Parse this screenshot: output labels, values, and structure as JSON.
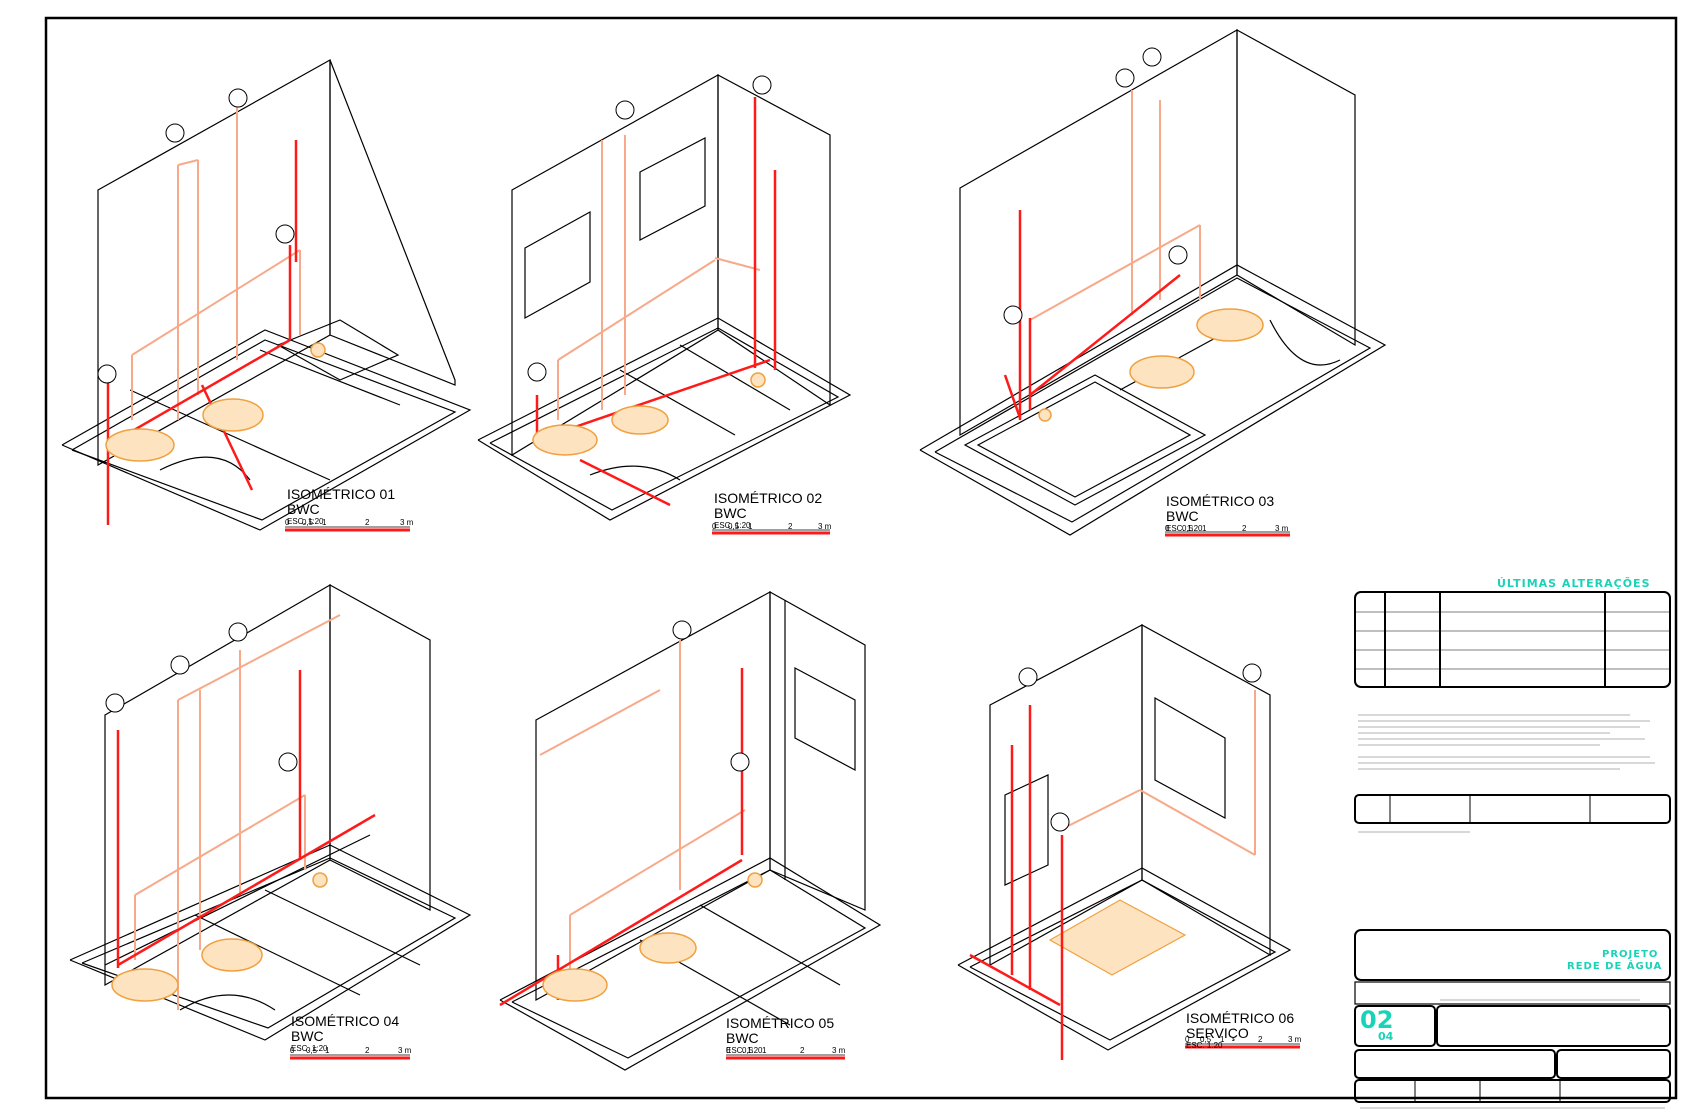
{
  "isometrics": [
    {
      "title": "ISOMÉTRICO 01",
      "subtitle": "BWC",
      "scale": "ESC. 1:20",
      "scale_marks": [
        "0",
        "0,5",
        "1",
        "2",
        "3 m"
      ]
    },
    {
      "title": "ISOMÉTRICO 02",
      "subtitle": "BWC",
      "scale": "ESC. 1:20",
      "scale_marks": [
        "0",
        "0,5",
        "1",
        "2",
        "3 m"
      ]
    },
    {
      "title": "ISOMÉTRICO 03",
      "subtitle": "BWC",
      "scale": "ESC. 1:20",
      "scale_marks": [
        "0",
        "0,5",
        "1",
        "2",
        "3 m"
      ]
    },
    {
      "title": "ISOMÉTRICO 04",
      "subtitle": "BWC",
      "scale": "ESC. 1:20",
      "scale_marks": [
        "0",
        "0,5",
        "1",
        "2",
        "3 m"
      ]
    },
    {
      "title": "ISOMÉTRICO 05",
      "subtitle": "BWC",
      "scale": "ESC. 1:20",
      "scale_marks": [
        "0",
        "0,5",
        "1",
        "2",
        "3 m"
      ]
    },
    {
      "title": "ISOMÉTRICO 06",
      "subtitle": "SERVIÇO",
      "scale": "ESC. 1:20",
      "scale_marks": [
        "0",
        "0,5",
        "1",
        "2",
        "3 m"
      ]
    }
  ],
  "title_block": {
    "revisions_title": "ÚLTIMAS ALTERAÇÕES",
    "project_label": "PROJETO",
    "project_name": "REDE DE ÁGUA",
    "sheet_number": "02",
    "sheet_total": "04"
  },
  "colors": {
    "line": "#000000",
    "cold_water": "#ff1a1a",
    "pipe_light": "#f7a98a",
    "fixture": "#f0a040",
    "annotation": "#7a2ad6",
    "title_block_accent": "#19d3b9"
  }
}
